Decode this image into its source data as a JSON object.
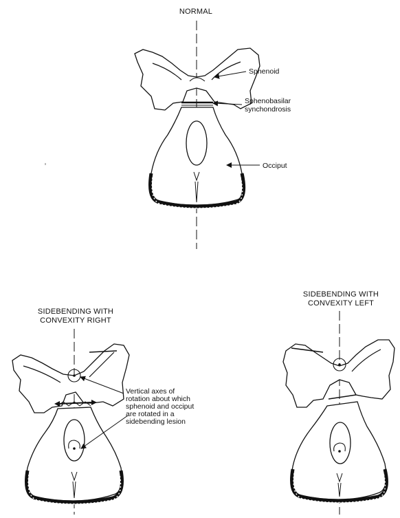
{
  "panels": {
    "normal": {
      "title": "NORMAL",
      "labels": {
        "sphenoid": "Sphenoid",
        "synchondrosis_line1": "Sphenobasilar",
        "synchondrosis_line2": "synchondrosis",
        "occiput": "Occiput"
      }
    },
    "convexity_right": {
      "title_line1": "SIDEBENDING WITH",
      "title_line2": "CONVEXITY RIGHT",
      "annotation": {
        "line1": "Vertical axes of",
        "line2": "rotation about which",
        "line3": "sphenoid and occiput",
        "line4": "are rotated in a",
        "line5": "sidebending lesion"
      }
    },
    "convexity_left": {
      "title_line1": "SIDEBENDING WITH",
      "title_line2": "CONVEXITY LEFT"
    }
  }
}
